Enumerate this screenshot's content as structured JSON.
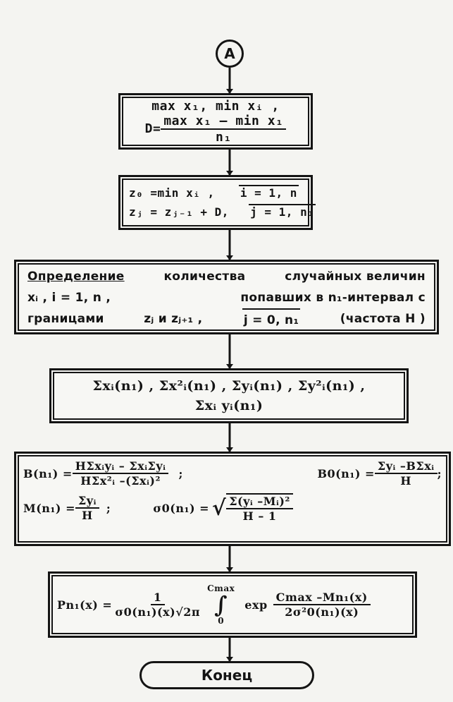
{
  "connector": {
    "label": "А"
  },
  "blocks": {
    "range": {
      "line1": "max x₁, min xᵢ ,",
      "d_lhs": "D=",
      "d_num": "max x₁ – min x₁",
      "d_den": "n₁"
    },
    "bounds": {
      "z0": "z₀ =min xᵢ ,",
      "i_range": "i = 1, n",
      "zj": "zⱼ = zⱼ₋₁ + D,",
      "j_range": "j = 1, n₁"
    },
    "counting": {
      "line1_left": "Определение",
      "line1_mid": "количества",
      "line1_right": "случайных величин",
      "line2_a": "xᵢ ,  i = 1, n ,",
      "line2_b": "попавших в n₁-интервал с",
      "line3_a": "границами",
      "line3_b": "zⱼ  и  zⱼ₊₁ ,",
      "line3_c": "j = 0, n₁",
      "line3_d": "(частота H )"
    },
    "sums": {
      "line1": "Σxᵢ(n₁) , Σx²ᵢ(n₁) , Σyᵢ(n₁) , Σy²ᵢ(n₁) ,",
      "line2": "Σxᵢ yᵢ(n₁)"
    },
    "regression": {
      "b_lhs": "B(n₁) =",
      "b_num": "HΣxᵢyᵢ – ΣxᵢΣyᵢ",
      "b_den": "HΣx²ᵢ –(Σxᵢ)²",
      "b0_lhs": "B0(n₁) =",
      "b0_num": "Σyᵢ –BΣxᵢ",
      "b0_den": "H",
      "m_lhs": "M(n₁) =",
      "m_num": "Σyᵢ",
      "m_den": "H",
      "s_lhs": "σ0(n₁) =",
      "s_num": "Σ(yᵢ –Mᵢ)²",
      "s_den": "H – 1"
    },
    "probability": {
      "p_lhs": "Pn₁(x) =",
      "p_num": "1",
      "p_den": "σ0(n₁)(x)√2π",
      "int_upper": "Cmax",
      "int_lower": "0",
      "exp": "exp",
      "e_num": "Cmax –Mn₁(x)",
      "e_den": "2σ²0(n₁)(x)"
    }
  },
  "end": {
    "label": "Конец"
  }
}
